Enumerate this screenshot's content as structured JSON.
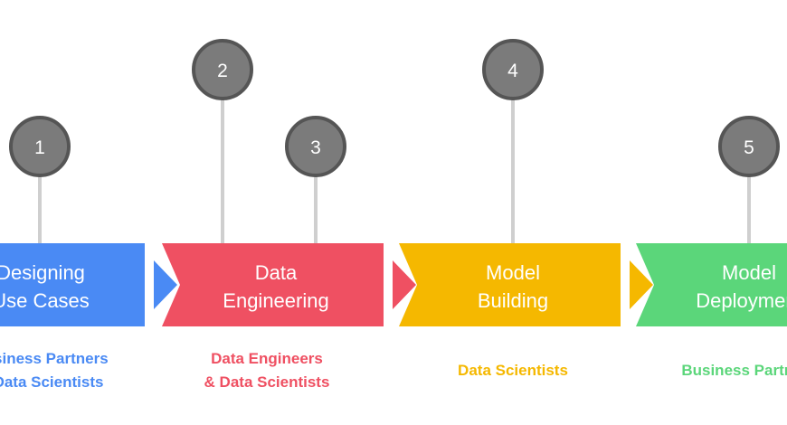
{
  "colors": {
    "background": "#ffffff",
    "stem": "#cfcfcf",
    "circle_fill": "#7b7b7b",
    "circle_ring": "#555555",
    "circle_text": "#ffffff",
    "blue": "#4a8af4",
    "red": "#ef5062",
    "yellow": "#f5b800",
    "green": "#5bd67a"
  },
  "stages": [
    {
      "number": "1",
      "title_lines": [
        "Designing",
        "Use Cases"
      ],
      "role_lines": [
        "Business Partners",
        "& Data Scientists"
      ],
      "color_key": "blue"
    },
    {
      "number": "3",
      "title_lines": [
        "Data",
        "Engineering"
      ],
      "role_lines": [
        "Data Engineers",
        "& Data Scientists"
      ],
      "color_key": "red"
    },
    {
      "number": "4",
      "title_lines": [
        "Model",
        "Building"
      ],
      "role_lines": [
        "Data Scientists"
      ],
      "color_key": "yellow"
    },
    {
      "number": "5",
      "title_lines": [
        "Model",
        "Deployment"
      ],
      "role_lines": [
        "Business Partners"
      ],
      "color_key": "green"
    }
  ],
  "extra_marker": {
    "number": "2"
  }
}
